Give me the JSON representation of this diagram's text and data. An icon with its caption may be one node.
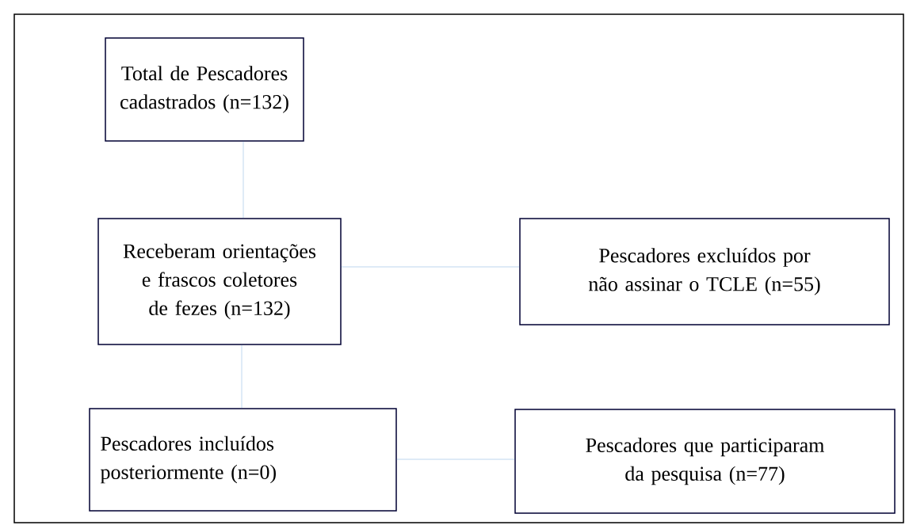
{
  "diagram": {
    "nodes": [
      {
        "text": [
          "Total de Pescadores cadastrados (n=132)"
        ]
      },
      {
        "text": [
          "Receberam orientações e frascos coletores de fezes (n=132)"
        ]
      },
      {
        "text": [
          "Pescadores excluídos por não assinar o TCLE (n=55)"
        ]
      },
      {
        "text": [
          "Pescadores incluídos posteriormente (n=0)"
        ]
      },
      {
        "text": [
          "Pescadores que participaram da pesquisa (n=77)"
        ]
      }
    ],
    "edges": [
      {
        "from": 0,
        "to": 1,
        "arrow": "none"
      },
      {
        "from": 1,
        "to": 2,
        "arrow": "none"
      },
      {
        "from": 1,
        "to": 3,
        "arrow": "none"
      },
      {
        "from": 3,
        "to": 4,
        "arrow": "none"
      }
    ]
  }
}
